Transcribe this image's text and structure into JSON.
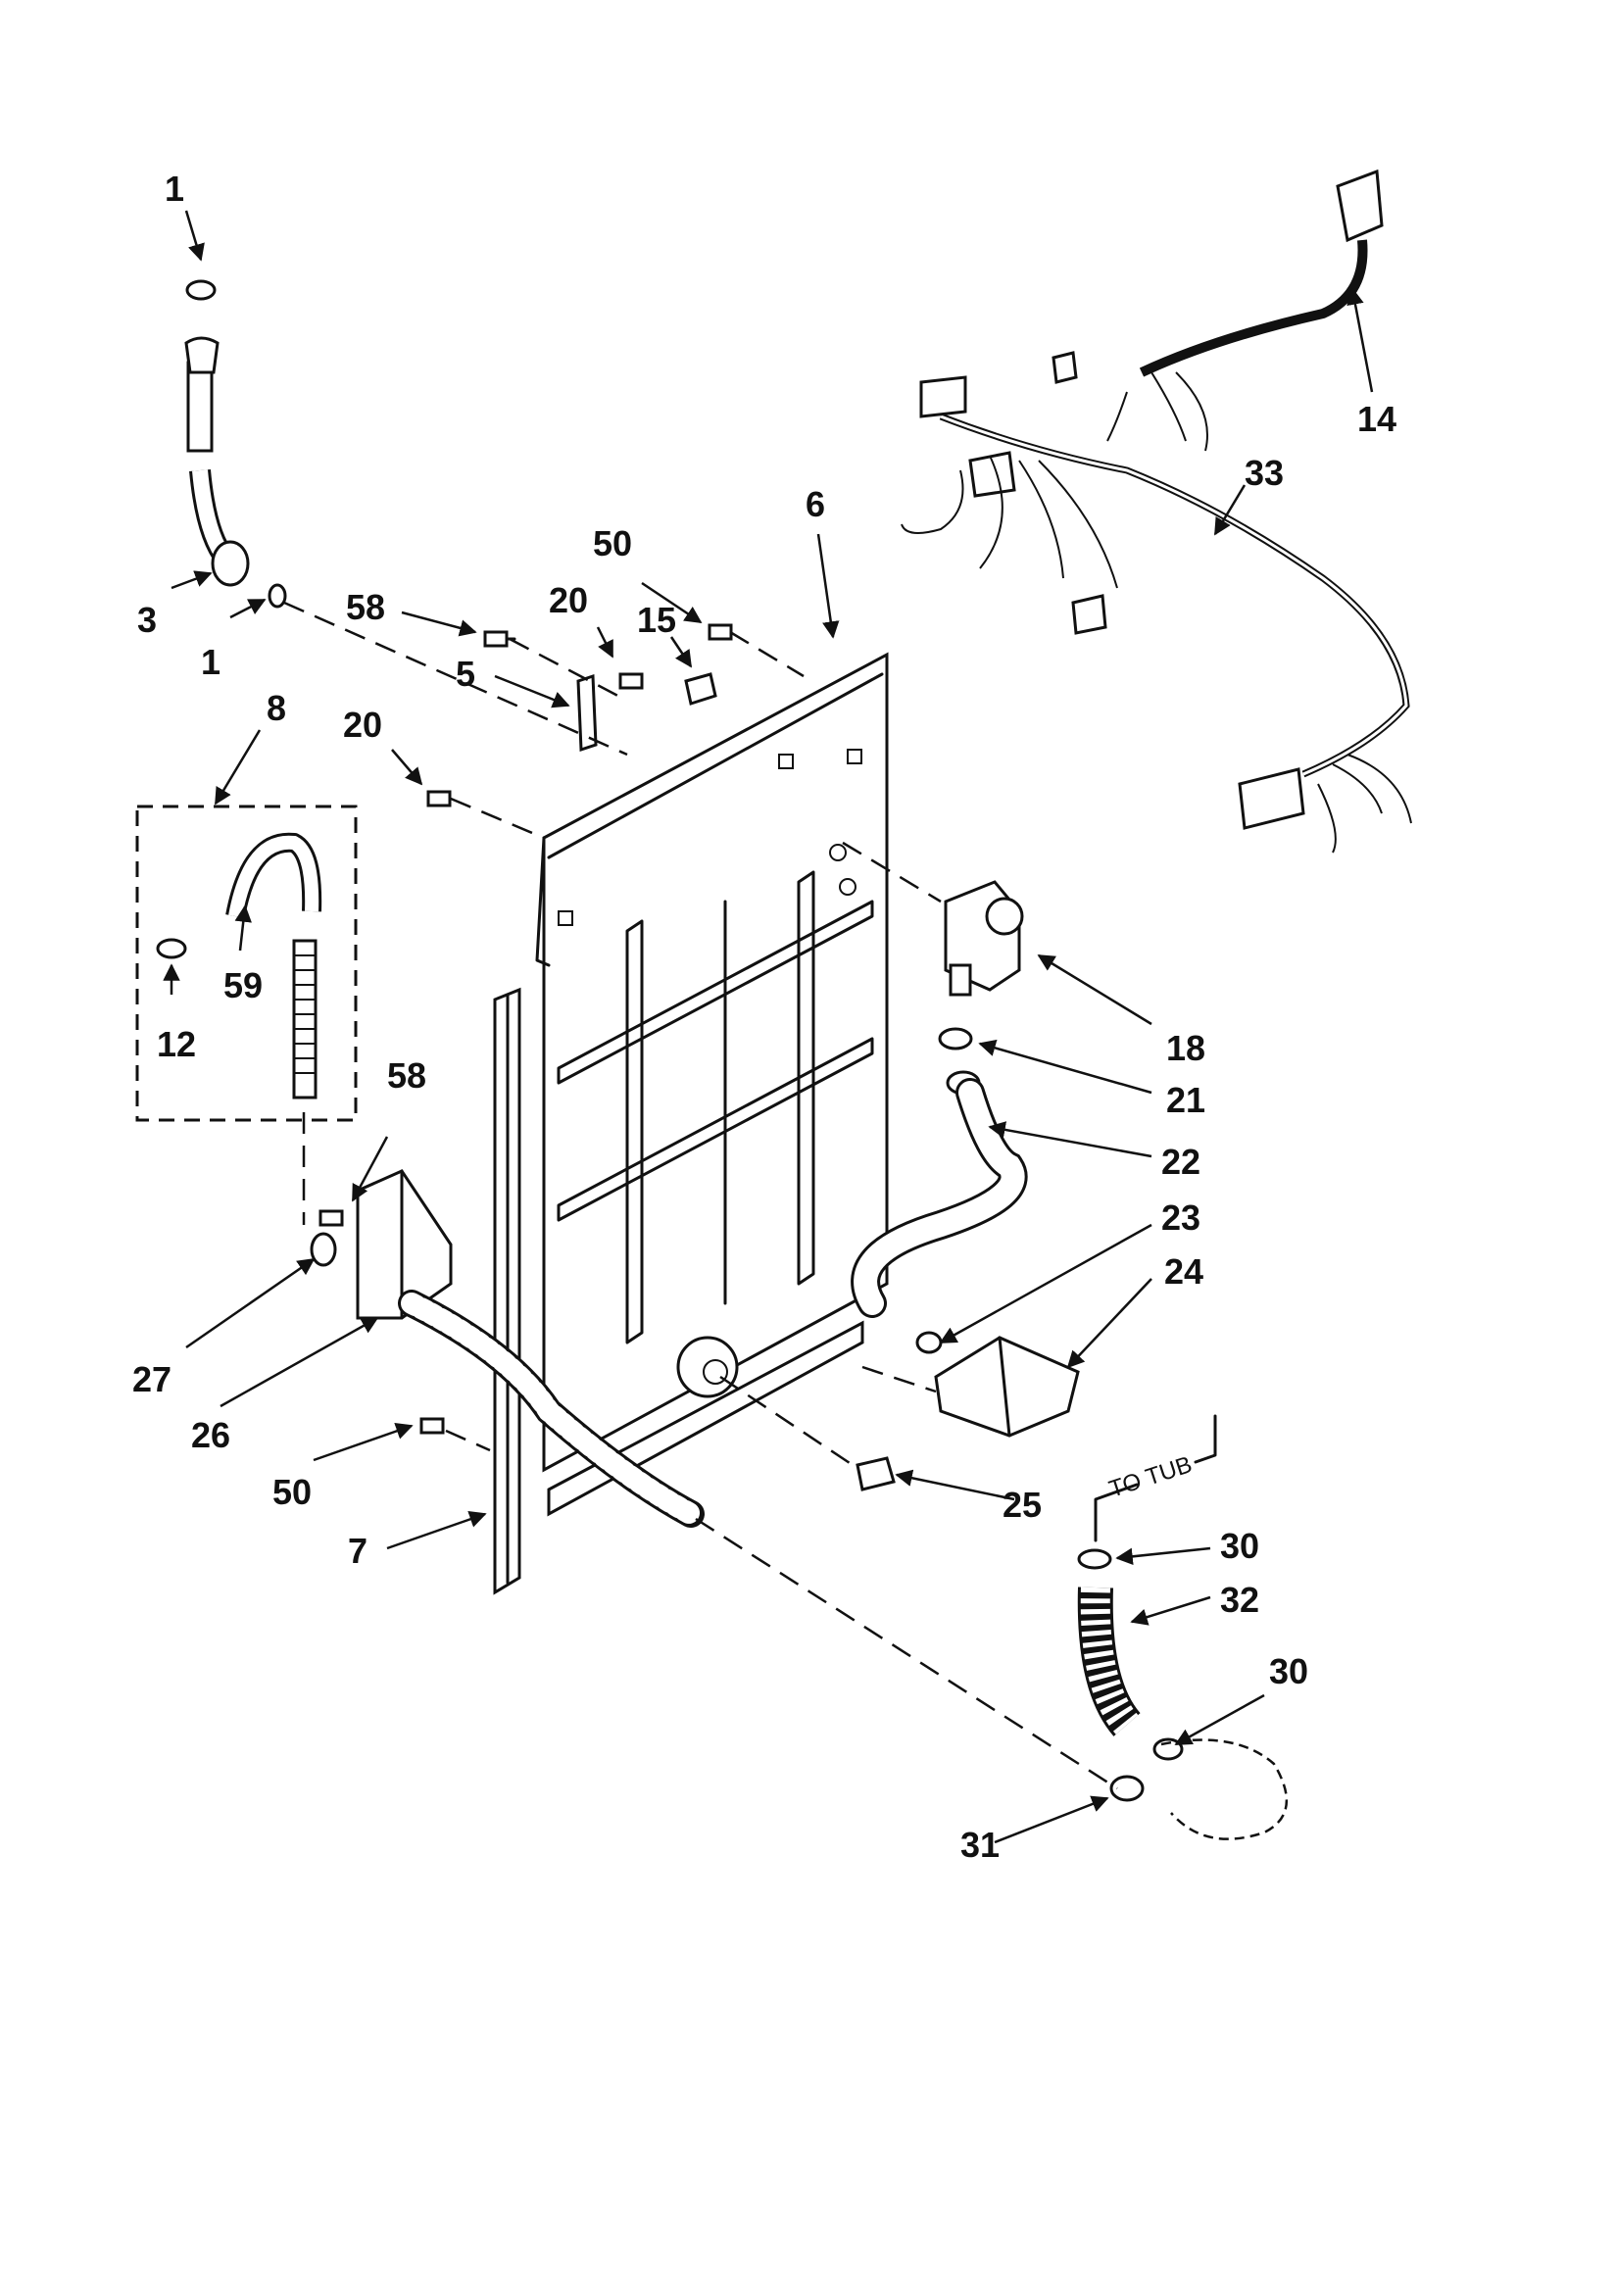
{
  "diagram": {
    "callouts": [
      "1",
      "3",
      "1",
      "58",
      "20",
      "50",
      "15",
      "6",
      "5",
      "20",
      "8",
      "59",
      "12",
      "58",
      "27",
      "26",
      "50",
      "7",
      "18",
      "21",
      "22",
      "23",
      "24",
      "25",
      "30",
      "32",
      "30",
      "31",
      "14",
      "33"
    ],
    "to_tub_label": "TO TUB"
  }
}
